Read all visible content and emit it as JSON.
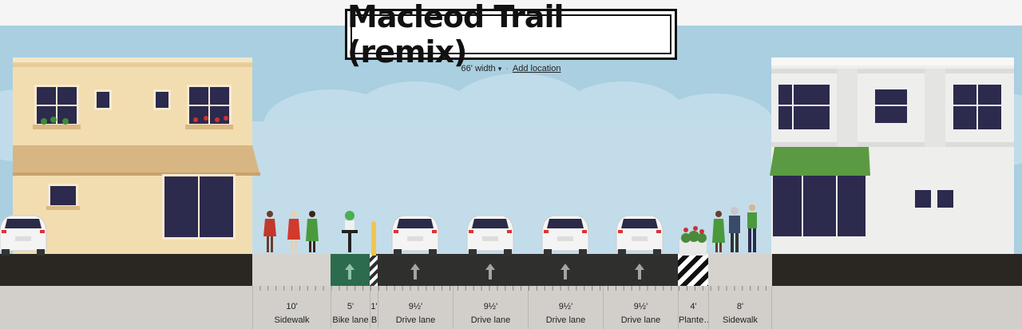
{
  "street": {
    "name": "Macleod Trail (remix)",
    "width_label": "66' width",
    "width_caret": "▾",
    "add_location": "Add location",
    "separator": "·"
  },
  "segments": [
    {
      "width": "10'",
      "name": "Sidewalk"
    },
    {
      "width": "5'",
      "name": "Bike lane"
    },
    {
      "width": "1'",
      "name": "B"
    },
    {
      "width": "9½'",
      "name": "Drive lane"
    },
    {
      "width": "9½'",
      "name": "Drive lane"
    },
    {
      "width": "9½'",
      "name": "Drive lane"
    },
    {
      "width": "9½'",
      "name": "Drive lane"
    },
    {
      "width": "4'",
      "name": "Plante…"
    },
    {
      "width": "8'",
      "name": "Sidewalk"
    }
  ],
  "colors": {
    "sky": "#a9cfe0",
    "asphalt": "#2f2f2d",
    "bike_lane": "#2e6e4f",
    "sidewalk": "#d6d3cf",
    "awning_green": "#5d9a44",
    "awning_tan": "#d6b27e",
    "building_left": "#f1dcae",
    "building_right": "#efefee"
  }
}
